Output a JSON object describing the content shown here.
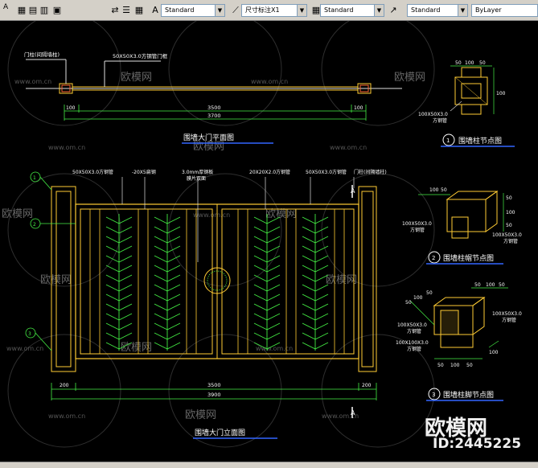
{
  "toolbar": {
    "text_style_label": "Standard",
    "dim_style_label": "尺寸标注X1",
    "table_style_label": "Standard",
    "multileader_style_label": "Standard",
    "lineweight_label": "ByLayer",
    "partial_label": "A"
  },
  "drawing": {
    "plan": {
      "post_label": "门柱(间隔墙柱)",
      "rail_label": "50X50X3.0方钢管门框",
      "dim_side": "100",
      "dim_main": "3500",
      "dim_total": "3700",
      "title": "围墙大门平面图"
    },
    "elevation": {
      "label_frame": "50X50X3.0方钢管",
      "label_flat": "-20X5扁钢",
      "label_plate": "3.0mm厚钢板",
      "label_plate_2": "膜片双面",
      "label_tube": "20X20X2.0方钢管",
      "label_frame_2": "50X50X3.0方钢管",
      "label_post": "门柱(间隔墙柱)",
      "section_mark": "A",
      "dim_side_left": "200",
      "dim_main": "3500",
      "dim_side_right": "200",
      "dim_total": "3900",
      "title": "围墙大门立面图",
      "callout_1": "1",
      "callout_2": "2",
      "callout_3": "3"
    },
    "detail1": {
      "dim_a": "50",
      "dim_b": "100",
      "dim_c": "50",
      "dim_side": "100",
      "label": "100X50X3.0",
      "label_2": "方钢管",
      "number": "1",
      "title": "围墙柱节点图"
    },
    "detail2": {
      "dim_a": "100",
      "dim_b": "50",
      "dim_side_a": "50",
      "dim_side_b": "100",
      "dim_side_c": "50",
      "label_left": "100X50X3.0",
      "label_left_2": "方钢管",
      "label_right": "100X50X3.0",
      "label_right_2": "方钢管",
      "number": "2",
      "title": "围墙柱帽节点图"
    },
    "detail3": {
      "dim_top_a": "50",
      "dim_top_b": "100",
      "dim_top_c": "50",
      "dim_left_a": "50",
      "dim_left_b": "100",
      "dim_left_c": "50",
      "dim_bottom_a": "50",
      "dim_bottom_b": "100",
      "dim_bottom_c": "50",
      "dim_side": "100",
      "label_left": "100X50X3.0",
      "label_left_2": "方钢管",
      "label_left_b": "100X100X3.0",
      "label_left_b2": "方钢管",
      "label_right": "100X50X3.0",
      "label_right_2": "方钢管",
      "number": "3",
      "title": "围墙柱脚节点图"
    }
  },
  "watermark": {
    "site": "www.om.cn",
    "brand": "欧模网",
    "id_label": "ID:2445225"
  }
}
